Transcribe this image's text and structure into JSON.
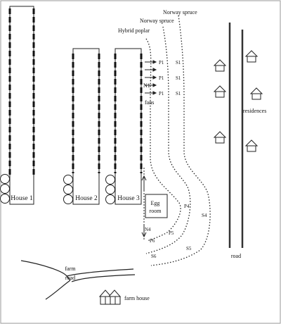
{
  "houses": [
    {
      "label": "House 1"
    },
    {
      "label": "House 2"
    },
    {
      "label": "House 3"
    }
  ],
  "egg_room": {
    "line1": "Egg",
    "line2": "room"
  },
  "tree_rows": {
    "hybrid_poplar": "Hybrid poplar",
    "norway_spruce_inner": "Norway spruce",
    "norway_spruce_outer": "Norway spruce"
  },
  "markers": {
    "p1a": "P1",
    "p1b": "P1",
    "p1c": "P1",
    "s1a": "S1",
    "s1b": "S1",
    "s1c": "S1",
    "n1_top": "N1",
    "fans": "fans",
    "p4": "P4",
    "s4": "S4",
    "n4": "N4",
    "p6": "P6",
    "p5": "P5",
    "s5": "S5",
    "s6": "S6"
  },
  "residences_label": "residences",
  "road_label": "road",
  "farm_road_line1": "farm",
  "farm_road_line2": "road",
  "farm_house_label": "farm house",
  "colors": {
    "ink": "#1a1a1a",
    "background": "#ffffff",
    "frame": "#9a9a9a"
  }
}
